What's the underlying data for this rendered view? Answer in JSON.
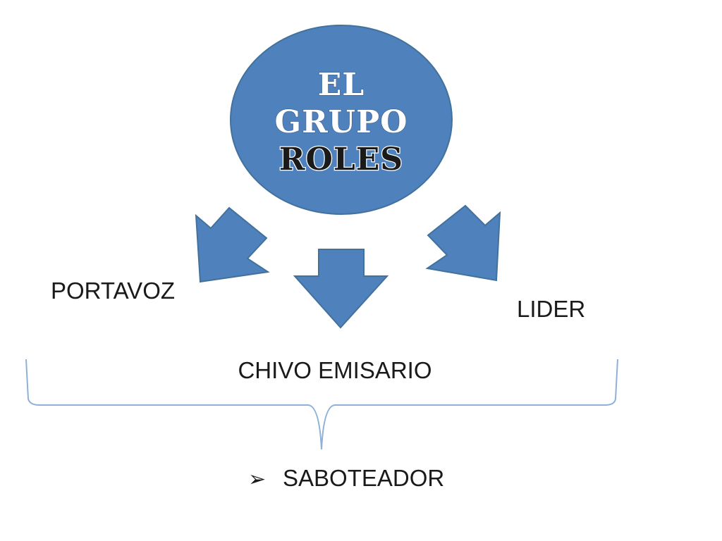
{
  "colors": {
    "shape_fill": "#4f81bd",
    "shape_stroke": "#41719c",
    "brace": "#8fb0d8",
    "title_light": "#ffffff",
    "title_dark": "#1a1a1a"
  },
  "center": {
    "line1": "EL",
    "line2": "GRUPO",
    "line3": "ROLES"
  },
  "roles": {
    "left": "PORTAVOZ",
    "bottom": "CHIVO EMISARIO",
    "right": "LIDER"
  },
  "bullet": {
    "icon": "arrow-bullet-icon",
    "glyph": "➢",
    "text": "SABOTEADOR"
  }
}
